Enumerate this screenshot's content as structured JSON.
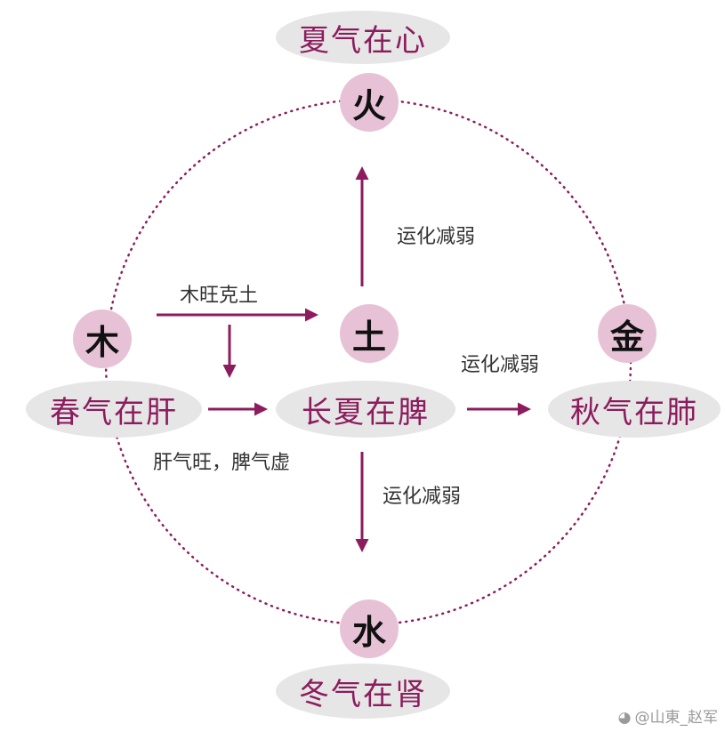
{
  "colors": {
    "accent": "#8c1c5e",
    "oval_bg": "#e6e6e6",
    "element_bg": "#e7c2d6"
  },
  "seasons": {
    "summer": "夏气在心",
    "spring": "春气在肝",
    "late_summer": "长夏在脾",
    "autumn": "秋气在肺",
    "winter": "冬气在肾"
  },
  "elements": {
    "fire": "火",
    "wood": "木",
    "earth": "土",
    "metal": "金",
    "water": "水"
  },
  "labels": {
    "up": "运化减弱",
    "right": "运化减弱",
    "down": "运化减弱",
    "wood_restrains_earth": "木旺克土",
    "liver_spleen": "肝气旺，脾气虚"
  },
  "watermark": "@山東_赵军"
}
